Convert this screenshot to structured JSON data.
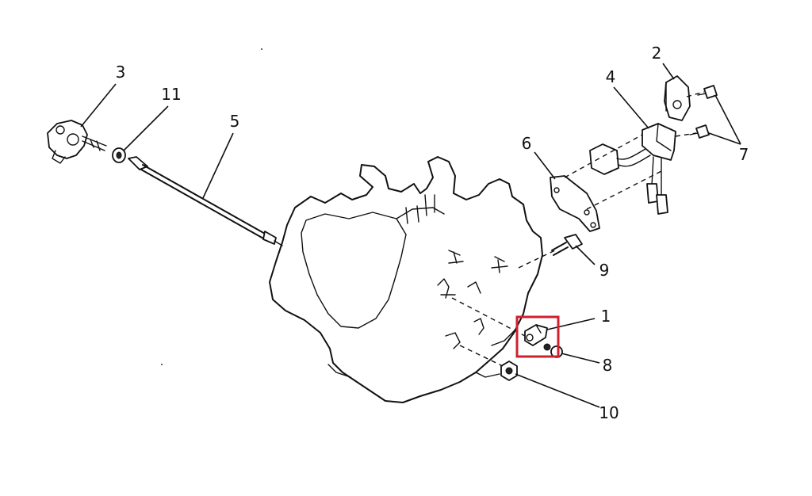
{
  "diagram": {
    "callouts": [
      {
        "id": "1",
        "label": "1"
      },
      {
        "id": "2",
        "label": "2"
      },
      {
        "id": "3",
        "label": "3"
      },
      {
        "id": "4",
        "label": "4"
      },
      {
        "id": "5",
        "label": "5"
      },
      {
        "id": "6",
        "label": "6"
      },
      {
        "id": "7",
        "label": "7"
      },
      {
        "id": "8",
        "label": "8"
      },
      {
        "id": "9",
        "label": "9"
      },
      {
        "id": "10",
        "label": "10"
      },
      {
        "id": "11",
        "label": "11"
      }
    ],
    "highlight": {
      "part": "1",
      "color": "#d0202e"
    }
  }
}
